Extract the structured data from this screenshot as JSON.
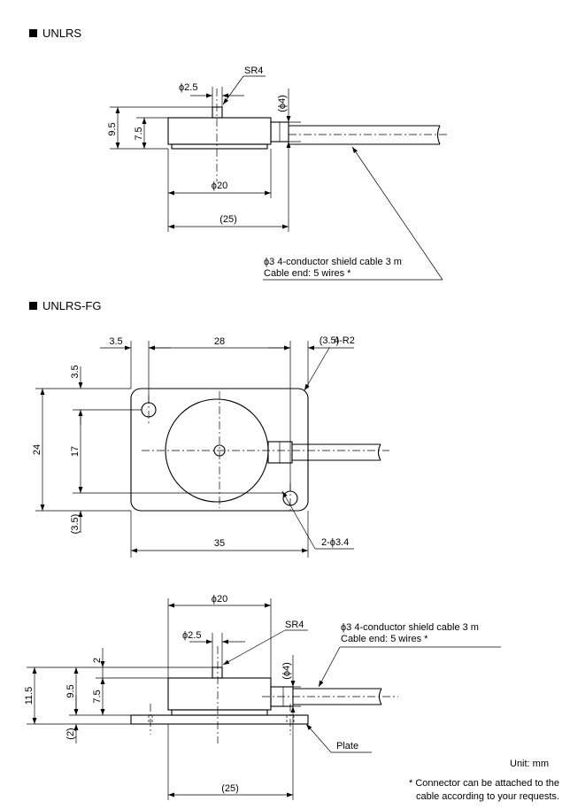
{
  "sections": {
    "unlrs": {
      "title": "UNLRS",
      "dims": {
        "pin_dia": "ϕ2.5",
        "pin_radius": "SR4",
        "total_height": "9.5",
        "body_height": "7.5",
        "conn_dia": "(ϕ4)",
        "body_dia": "ϕ20",
        "overall_width": "(25)"
      },
      "cable_note": [
        "ϕ3 4-conductor shield cable 3 m",
        "Cable end: 5 wires *"
      ]
    },
    "unlrs_fg": {
      "title": "UNLRS-FG",
      "top_view": {
        "hole_offset": "3.5",
        "hole_pitch_x": "28",
        "right_margin": "(3.5)",
        "corner_radius": "4-R2",
        "top_margin": "3.5",
        "hole_pitch_y": "17",
        "height": "24",
        "bottom_margin": "(3.5)",
        "width": "35",
        "holes": "2-ϕ3.4"
      },
      "side_view": {
        "body_dia": "ϕ20",
        "pin_dia": "ϕ2.5",
        "pin_radius": "SR4",
        "pin_height": "2",
        "total_height": "11.5",
        "body_total": "9.5",
        "body_height": "7.5",
        "plate_thickness": "(2)",
        "conn_dia": "(ϕ4)",
        "overall_width": "(25)",
        "plate_label": "Plate"
      },
      "cable_note": [
        "ϕ3 4-conductor shield cable 3 m",
        "Cable end: 5 wires *"
      ]
    }
  },
  "footer": {
    "unit": "Unit: mm",
    "note": [
      "* Connector can be attached to the",
      "cable according to your requests."
    ]
  }
}
